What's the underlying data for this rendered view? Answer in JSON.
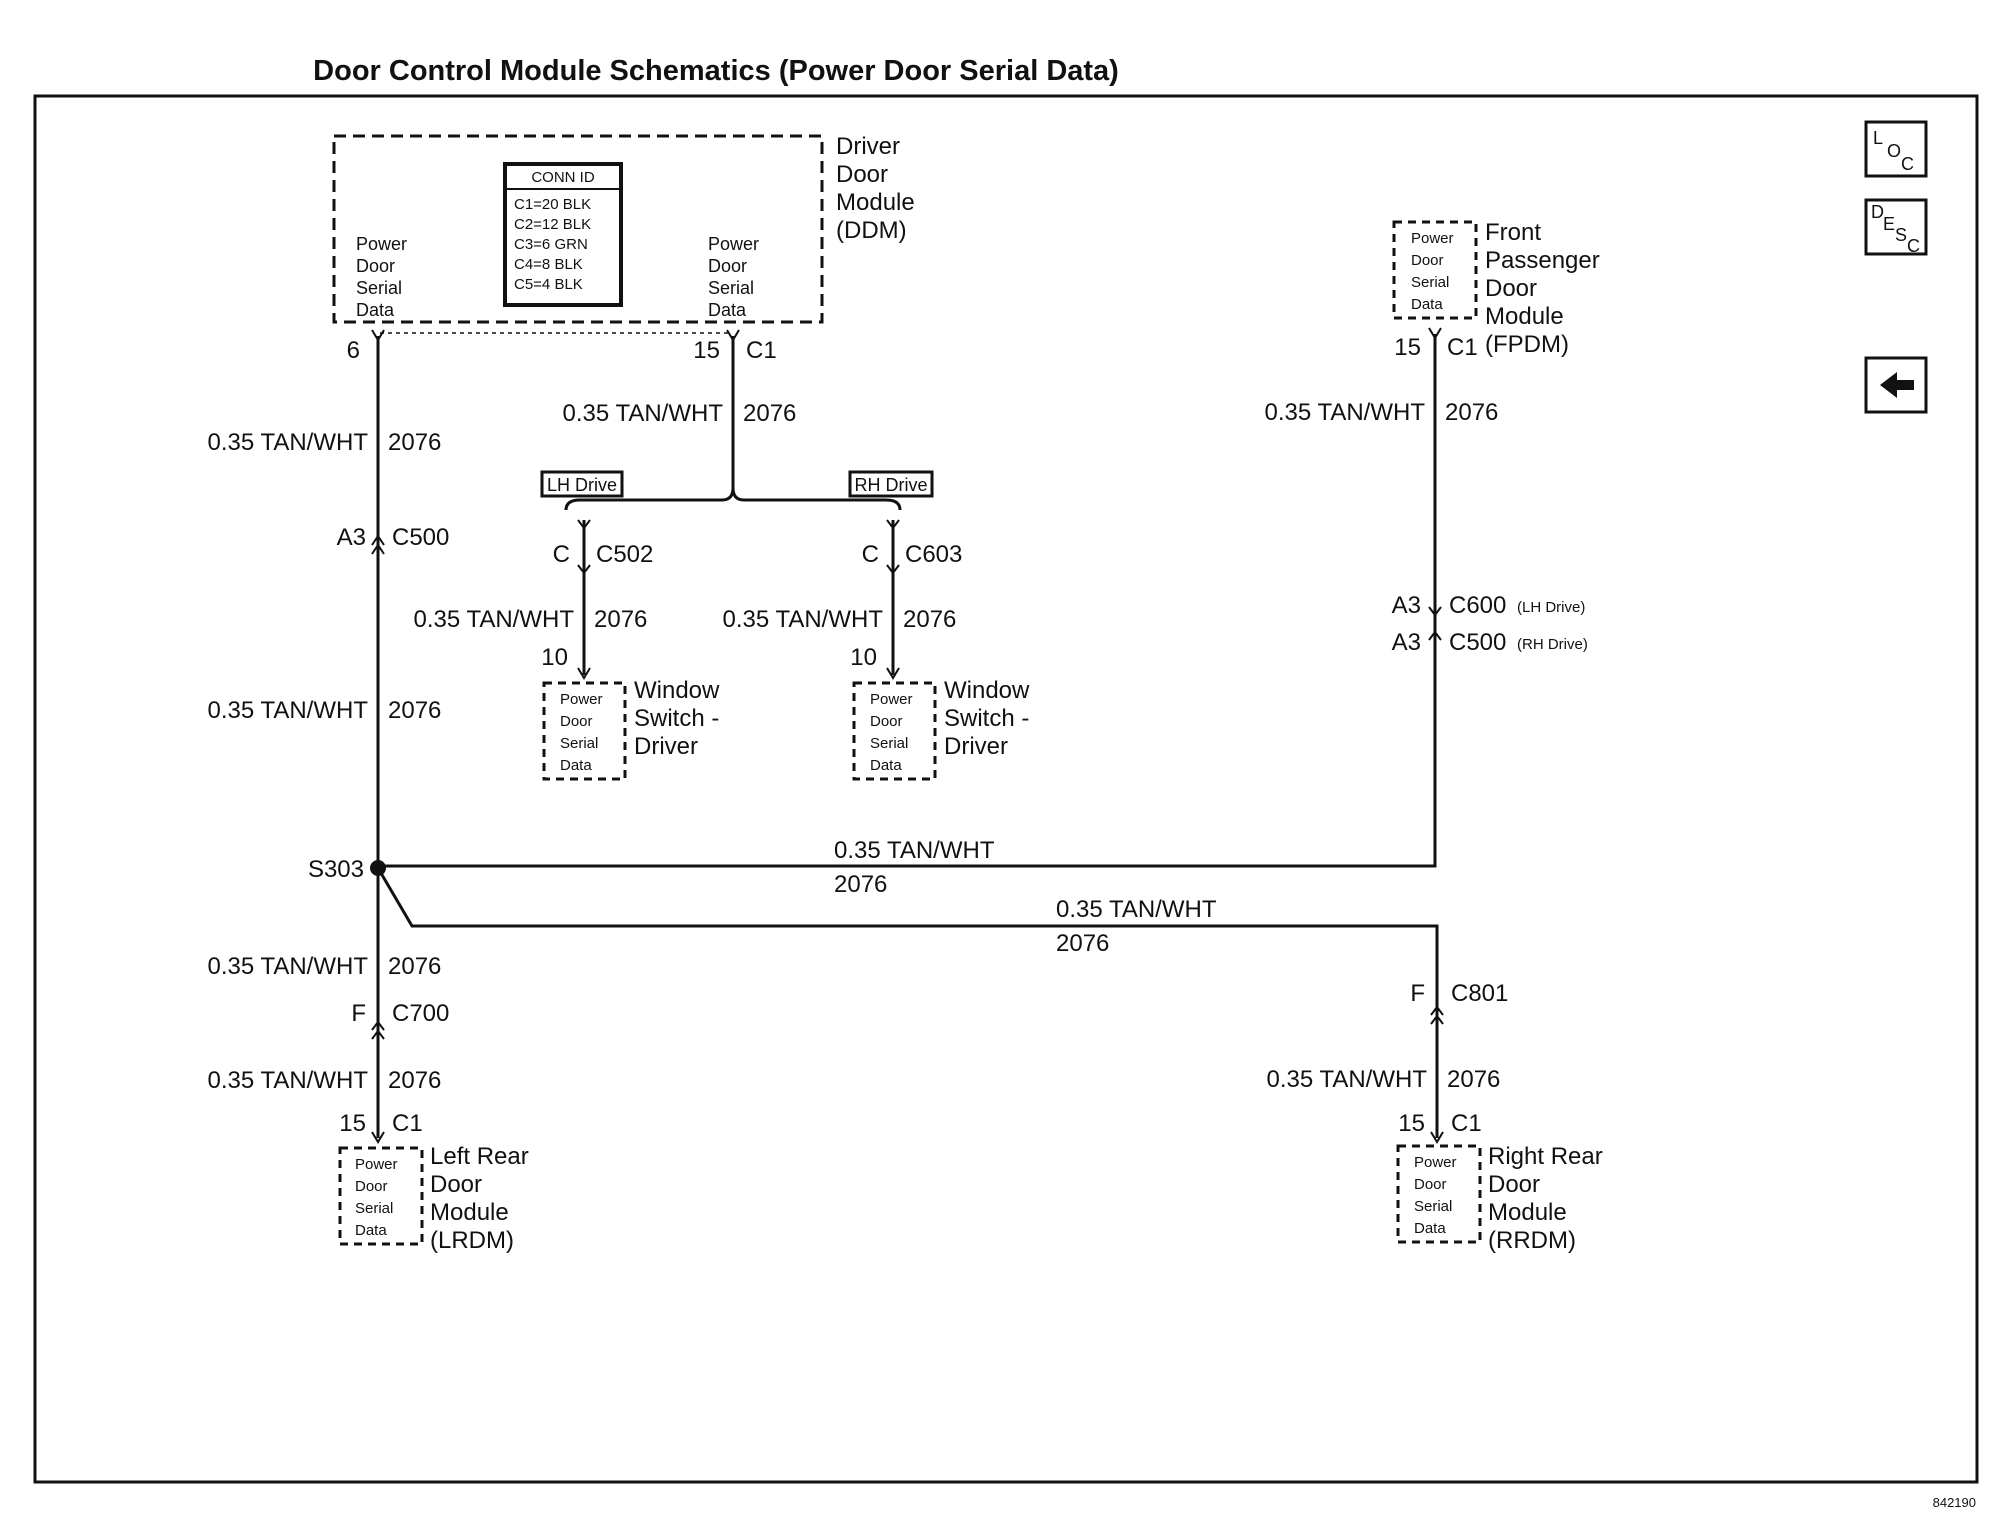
{
  "title": "Door Control Module Schematics (Power Door Serial Data)",
  "figure_id": "842190",
  "nav": {
    "loc": {
      "l": "L",
      "o": "O",
      "c": "C"
    },
    "desc": {
      "d": "D",
      "e": "E",
      "s": "S",
      "c": "C"
    },
    "back_glyph": "⬅"
  },
  "ddm": {
    "name_lines": [
      "Driver",
      "Door",
      "Module",
      "(DDM)"
    ],
    "left_pin_label": [
      "Power",
      "Door",
      "Serial",
      "Data"
    ],
    "right_pin_label": [
      "Power",
      "Door",
      "Serial",
      "Data"
    ],
    "conn_id": {
      "header": "CONN ID",
      "rows": [
        "C1=20 BLK",
        "C2=12 BLK",
        "C3=6 GRN",
        "C4=8 BLK",
        "C5=4 BLK"
      ]
    },
    "left_pin": "6",
    "right_pin": "15",
    "right_conn": "C1"
  },
  "fpdm": {
    "name_lines": [
      "Front",
      "Passenger",
      "Door",
      "Module",
      "(FPDM)"
    ],
    "pin_label": [
      "Power",
      "Door",
      "Serial",
      "Data"
    ],
    "pin": "15",
    "conn": "C1"
  },
  "wires": {
    "ddm_left": {
      "gauge": "0.35 TAN/WHT",
      "circuit": "2076"
    },
    "ddm_right": {
      "gauge": "0.35 TAN/WHT",
      "circuit": "2076"
    },
    "fpdm_top": {
      "gauge": "0.35 TAN/WHT",
      "circuit": "2076"
    },
    "left_mid": {
      "gauge": "0.35 TAN/WHT",
      "circuit": "2076"
    },
    "ws_lh": {
      "gauge": "0.35 TAN/WHT",
      "circuit": "2076"
    },
    "ws_rh": {
      "gauge": "0.35 TAN/WHT",
      "circuit": "2076"
    },
    "s303_to_fpdm": {
      "gauge": "0.35 TAN/WHT",
      "circuit": "2076"
    },
    "s303_to_rrdm": {
      "gauge": "0.35 TAN/WHT",
      "circuit": "2076"
    },
    "left_lower": {
      "gauge": "0.35 TAN/WHT",
      "circuit": "2076"
    },
    "lrdm": {
      "gauge": "0.35 TAN/WHT",
      "circuit": "2076"
    },
    "rrdm": {
      "gauge": "0.35 TAN/WHT",
      "circuit": "2076"
    }
  },
  "connectors": {
    "c500_left": {
      "pin": "A3",
      "name": "C500"
    },
    "c502": {
      "pin": "C",
      "name": "C502"
    },
    "c603": {
      "pin": "C",
      "name": "C603"
    },
    "c600": {
      "pin": "A3",
      "name": "C600",
      "note": "(LH Drive)"
    },
    "c500_right": {
      "pin": "A3",
      "name": "C500",
      "note": "(RH Drive)"
    },
    "c700": {
      "pin": "F",
      "name": "C700"
    },
    "c801": {
      "pin": "F",
      "name": "C801"
    }
  },
  "options": {
    "lh": "LH Drive",
    "rh": "RH Drive"
  },
  "splice": "S303",
  "window_lh": {
    "name_lines": [
      "Window",
      "Switch -",
      "Driver"
    ],
    "pin_label": [
      "Power",
      "Door",
      "Serial",
      "Data"
    ],
    "pin": "10"
  },
  "window_rh": {
    "name_lines": [
      "Window",
      "Switch -",
      "Driver"
    ],
    "pin_label": [
      "Power",
      "Door",
      "Serial",
      "Data"
    ],
    "pin": "10"
  },
  "lrdm": {
    "name_lines": [
      "Left Rear",
      "Door",
      "Module",
      "(LRDM)"
    ],
    "pin_label": [
      "Power",
      "Door",
      "Serial",
      "Data"
    ],
    "pin": "15",
    "conn": "C1"
  },
  "rrdm": {
    "name_lines": [
      "Right Rear",
      "Door",
      "Module",
      "(RRDM)"
    ],
    "pin_label": [
      "Power",
      "Door",
      "Serial",
      "Data"
    ],
    "pin": "15",
    "conn": "C1"
  }
}
